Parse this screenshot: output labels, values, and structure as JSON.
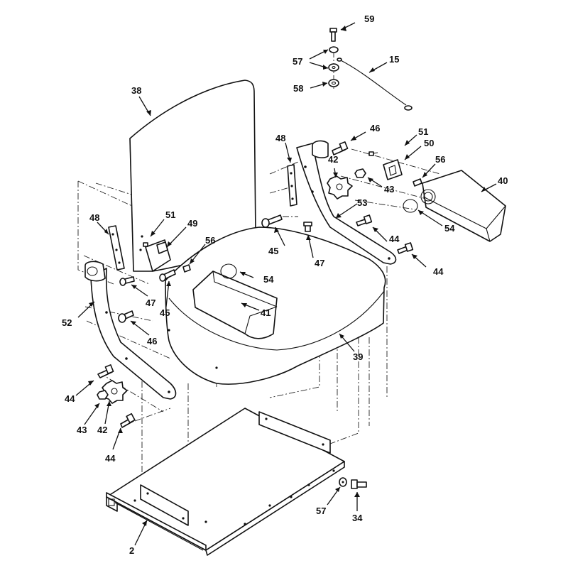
{
  "diagram": {
    "background": "#ffffff",
    "ink": "#111111",
    "callouts": [
      {
        "id": "c59a",
        "label": "59"
      },
      {
        "id": "c57a",
        "label": "57"
      },
      {
        "id": "c15",
        "label": "15"
      },
      {
        "id": "c58",
        "label": "58"
      },
      {
        "id": "c38",
        "label": "38"
      },
      {
        "id": "c48a",
        "label": "48"
      },
      {
        "id": "c46a",
        "label": "46"
      },
      {
        "id": "c51a",
        "label": "51"
      },
      {
        "id": "c50",
        "label": "50"
      },
      {
        "id": "c42a",
        "label": "42"
      },
      {
        "id": "c56a",
        "label": "56"
      },
      {
        "id": "c40",
        "label": "40"
      },
      {
        "id": "c43a",
        "label": "43"
      },
      {
        "id": "c53",
        "label": "53"
      },
      {
        "id": "c54a",
        "label": "54"
      },
      {
        "id": "c48b",
        "label": "48"
      },
      {
        "id": "c51b",
        "label": "51"
      },
      {
        "id": "c49",
        "label": "49"
      },
      {
        "id": "c56b",
        "label": "56"
      },
      {
        "id": "c44a",
        "label": "44"
      },
      {
        "id": "c45a",
        "label": "45"
      },
      {
        "id": "c47a",
        "label": "47"
      },
      {
        "id": "c44b",
        "label": "44"
      },
      {
        "id": "c54b",
        "label": "54"
      },
      {
        "id": "c47b",
        "label": "47"
      },
      {
        "id": "c45b",
        "label": "45"
      },
      {
        "id": "c41",
        "label": "41"
      },
      {
        "id": "c52",
        "label": "52"
      },
      {
        "id": "c46b",
        "label": "46"
      },
      {
        "id": "c39",
        "label": "39"
      },
      {
        "id": "c44c",
        "label": "44"
      },
      {
        "id": "c43b",
        "label": "43"
      },
      {
        "id": "c42b",
        "label": "42"
      },
      {
        "id": "c44d",
        "label": "44"
      },
      {
        "id": "c57b",
        "label": "57"
      },
      {
        "id": "c34",
        "label": "34"
      },
      {
        "id": "c2",
        "label": "2"
      }
    ]
  }
}
